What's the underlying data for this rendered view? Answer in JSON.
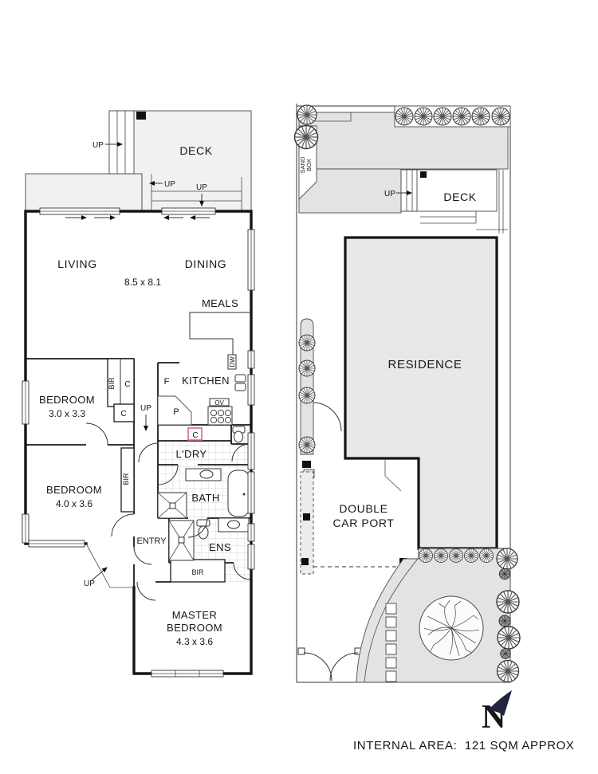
{
  "colors": {
    "wall": "#1a1a1a",
    "deck_fill": "#f1f1f1",
    "yard_fill": "#e3e3e3",
    "residence_fill": "#e8e8e8",
    "linen_highlight": "#e6608a",
    "north_navy": "#20243c"
  },
  "unit_plan": {
    "deck": {
      "label": "DECK",
      "up_stairs": "UP",
      "up_step_left": "UP",
      "up_step_right": "UP"
    },
    "living": {
      "label": "LIVING"
    },
    "dining": {
      "label": "DINING"
    },
    "living_dining_dims": "8.5 x 8.1",
    "meals": {
      "label": "MEALS"
    },
    "kitchen": {
      "label": "KITCHEN",
      "fridge": "F",
      "pantry": "P",
      "oven": "OV",
      "dishwasher": "DW"
    },
    "hall": {
      "up": "UP"
    },
    "bedroom1": {
      "label": "BEDROOM",
      "dims": "3.0 x 3.3",
      "robe": "BIR",
      "cupboard_top": "C",
      "cupboard_bottom": "C"
    },
    "bedroom2": {
      "label": "BEDROOM",
      "dims": "4.0 x 3.6",
      "robe": "BIR"
    },
    "laundry": {
      "label": "L'DRY",
      "linen": "C"
    },
    "bath": {
      "label": "BATH"
    },
    "ens": {
      "label": "ENS"
    },
    "entry": {
      "label": "ENTRY",
      "up": "UP"
    },
    "master": {
      "label_line1": "MASTER",
      "label_line2": "BEDROOM",
      "dims": "4.3 x 3.6",
      "robe": "BIR"
    }
  },
  "site_plan": {
    "sandbox": {
      "line1": "SAND",
      "line2": "BOX"
    },
    "deck": {
      "label": "DECK",
      "up": "UP"
    },
    "residence": {
      "label": "RESIDENCE"
    },
    "carport": {
      "line1": "DOUBLE",
      "line2": "CAR PORT"
    }
  },
  "footer": {
    "north_label": "N",
    "internal_area": "INTERNAL AREA:  121 SQM APPROX"
  }
}
